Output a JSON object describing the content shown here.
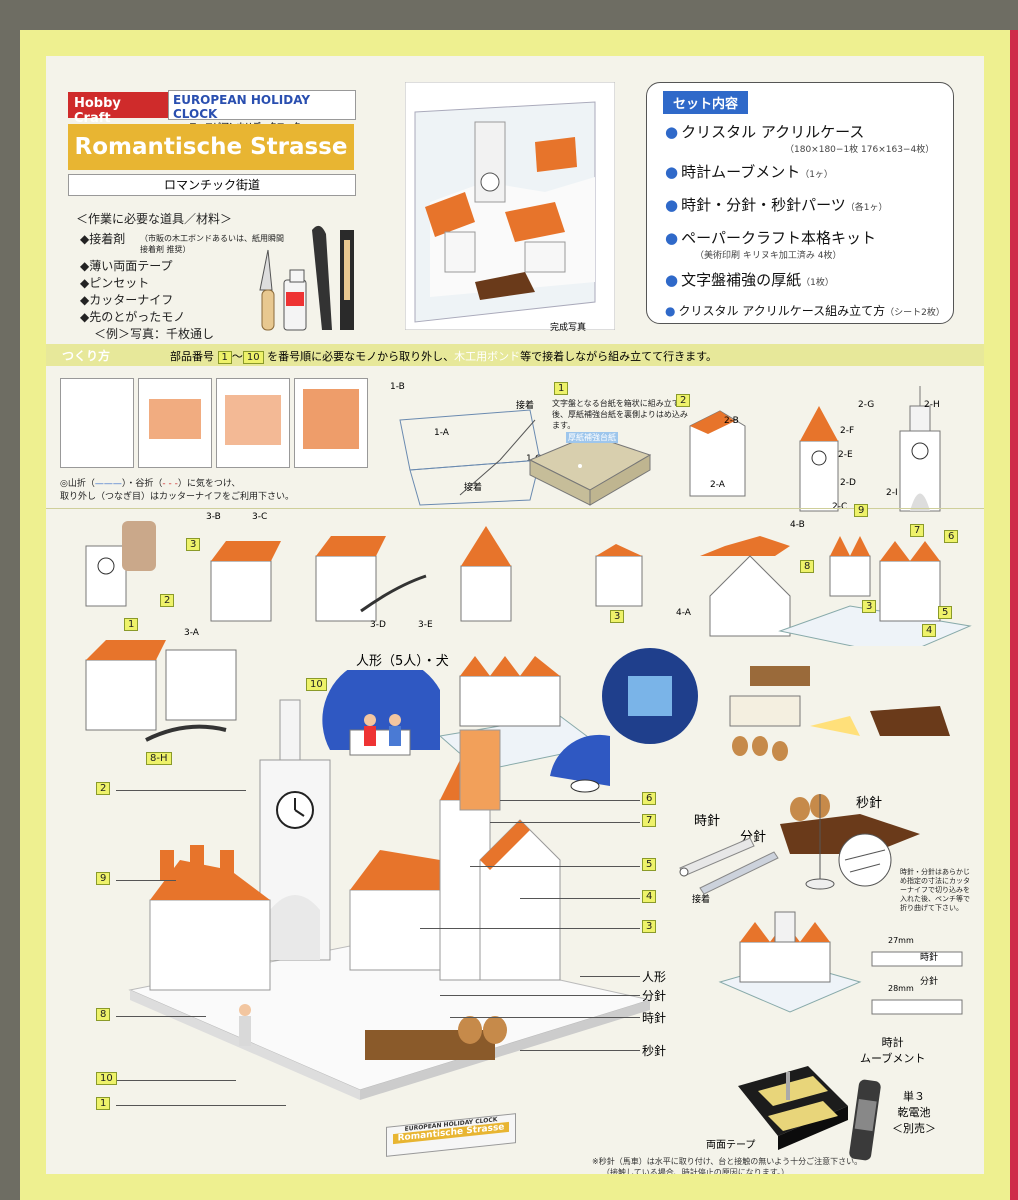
{
  "brand": {
    "hobby_craft": "Hobby Craft",
    "series_en": "EUROPEAN HOLIDAY CLOCK",
    "series_jp": "ヨーロピアンホリデークロック",
    "title": "Romantische Strasse",
    "subtitle_jp": "ロマンチック街道"
  },
  "tools": {
    "heading": "＜作業に必要な道具／材料＞",
    "items": [
      "接着剤",
      "薄い両面テープ",
      "ピンセット",
      "カッターナイフ",
      "先のとがったモノ"
    ],
    "glue_note": "（市販の木工ボンドあるいは、紙用瞬間接着剤 推奨）",
    "example": "＜例＞写真：千枚通し"
  },
  "completed_photo_label": "完成写真",
  "set_contents": {
    "header": "セット内容",
    "items": [
      {
        "text": "クリスタル アクリルケース",
        "note": "（180×180−1枚 176×163−4枚）"
      },
      {
        "text": "時計ムーブメント",
        "note": "（1ヶ）"
      },
      {
        "text": "時針・分針・秒針パーツ",
        "note": "（各1ヶ）"
      },
      {
        "text": "ペーパークラフト本格キット",
        "note": "（美術印刷 キリヌキ加工済み 4枚）"
      },
      {
        "text": "文字盤補強の厚紙",
        "note": "（1枚）"
      },
      {
        "text": "クリスタル アクリルケース組み立て方",
        "note": "（シート2枚）"
      }
    ]
  },
  "howto": {
    "label": "つくり方",
    "text_a": "部品番号",
    "range_start": "1",
    "range_tilde": "〜",
    "range_end": "10",
    "text_b": "を番号順に必要なモノから取り外し、",
    "highlight": "木工用ボンド",
    "text_c": "等で接着しながら組み立てて行きます。"
  },
  "step1": {
    "fold_note": "◎山折（",
    "fold_note2": "）・谷折（",
    "fold_note3": "）に気をつけ、",
    "fold_note_line2": "取り外し（つなぎ目）はカッターナイフをご利用下さい。",
    "step_num": "1",
    "desc": "文字盤となる台紙を箱状に組み立てた後、厚紙補強台紙を裏側よりはめ込みます。",
    "board_label": "厚紙補強台紙",
    "labels": [
      "1-B",
      "1-A",
      "1-C",
      "接着",
      "接着"
    ]
  },
  "step2": {
    "step_num": "2",
    "labels": [
      "2-B",
      "2-A",
      "2-F",
      "2-E",
      "2-D",
      "2-C",
      "2-G",
      "2-H",
      "2-I"
    ]
  },
  "step3": {
    "step_num": "3",
    "labels": [
      "2",
      "1",
      "3-A",
      "3-B",
      "3-C",
      "3-D",
      "3-E",
      "3"
    ]
  },
  "step4": {
    "labels": [
      "4-B",
      "4-A",
      "9",
      "7",
      "6",
      "8",
      "3",
      "5",
      "4"
    ]
  },
  "row3": {
    "label_8h": "8-H",
    "figures": "人形（5人）・犬",
    "label_10": "10",
    "second_hand": "秒針",
    "hour_hand": "時針",
    "minute_hand": "分針",
    "glue": "接着",
    "hand_note": "時針・分針はあらかじめ指定の寸法にカッターナイフで切り込みを入れた後、ペンチ等で折り曲げて下さい。",
    "dim_27": "27mm",
    "dim_28": "28mm",
    "label_hour": "時針",
    "label_minute": "分針"
  },
  "main_labels": {
    "left": [
      "2",
      "9",
      "8",
      "10",
      "1"
    ],
    "right": [
      "6",
      "7",
      "5",
      "4",
      "3",
      "人形",
      "分針",
      "時針",
      "秒針"
    ]
  },
  "plaque": {
    "series": "EUROPEAN HOLIDAY CLOCK",
    "title": "Romantische Strasse"
  },
  "movement": {
    "label1": "時計",
    "label2": "ムーブメント",
    "tape": "両面テープ",
    "battery1": "単３",
    "battery2": "乾電池",
    "battery3": "＜別売＞"
  },
  "footnote": {
    "line1": "※秒針（馬車）は水平に取り付け、台と接触の無いよう十分ご注意下さい。",
    "line2": "（接触している場合、時計停止の原因になります。）"
  },
  "colors": {
    "roof_orange": "#e7742b",
    "box_yellow": "#eef090",
    "brand_red": "#cf2b2b",
    "title_gold": "#e8b532",
    "accent_blue": "#2f69c9",
    "label_green": "#eef26a"
  }
}
